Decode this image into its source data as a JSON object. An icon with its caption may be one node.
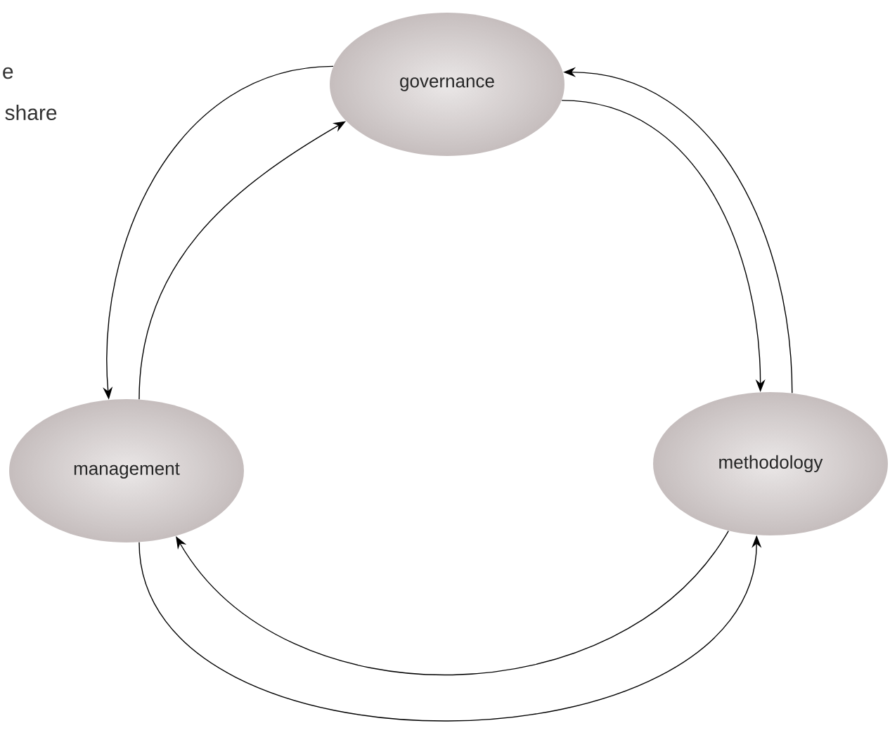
{
  "diagram": {
    "nodes": [
      {
        "text": [
          "governance"
        ]
      },
      {
        "text": [
          "management"
        ]
      },
      {
        "text": [
          "methodology"
        ]
      }
    ],
    "edges": [
      {
        "from": 0,
        "to": 1,
        "arrow": "to"
      },
      {
        "from": 1,
        "to": 0,
        "arrow": "to"
      },
      {
        "from": 0,
        "to": 2,
        "arrow": "to"
      },
      {
        "from": 2,
        "to": 0,
        "arrow": "to"
      },
      {
        "from": 2,
        "to": 1,
        "arrow": "to"
      },
      {
        "from": 1,
        "to": 2,
        "arrow": "to"
      }
    ],
    "labels": [
      "e",
      "share"
    ]
  }
}
